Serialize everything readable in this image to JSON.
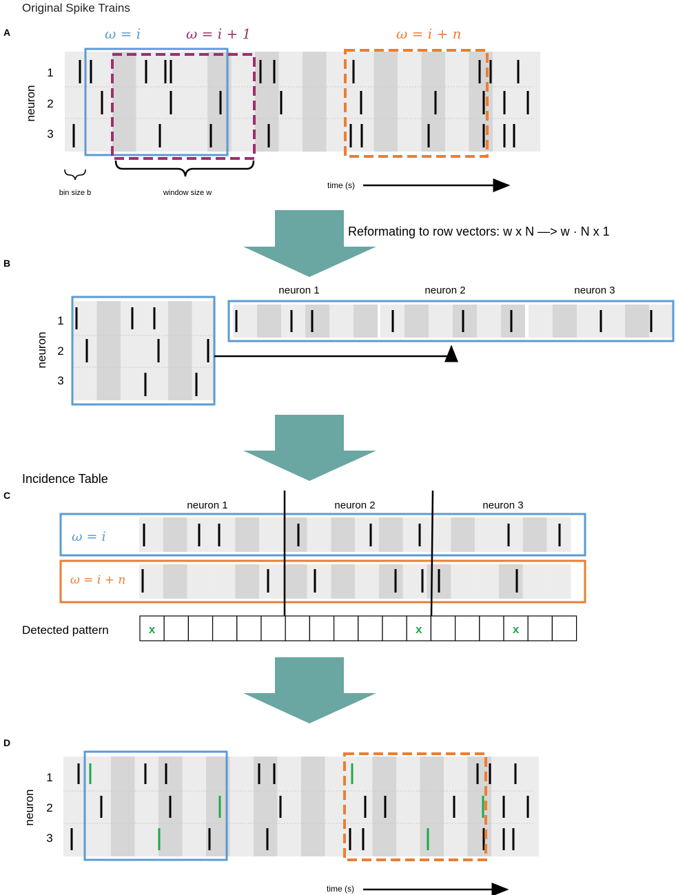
{
  "title": "Original Spike Trains",
  "panels": {
    "a": "A",
    "b": "B",
    "c": "C",
    "d": "D"
  },
  "axis": {
    "neuron": "neuron",
    "rows": [
      "1",
      "2",
      "3"
    ],
    "time": "time (s)"
  },
  "annotations": {
    "bin_size": "bin size b",
    "window_size": "window size w",
    "reformat": "Reformating to row vectors:  w x N  —> w · N x 1",
    "incidence_title": "Incidence Table",
    "detected_label": "Detected pattern"
  },
  "windows": {
    "w_i": "ω = i",
    "w_i1": "ω = i + 1",
    "w_in": "ω = i + n"
  },
  "neuron_labels": [
    "neuron 1",
    "neuron 2",
    "neuron 3"
  ],
  "detected_pattern": {
    "mark": "x",
    "cells": 18,
    "marked_cells": [
      0,
      11,
      15
    ]
  },
  "colors": {
    "blue": "#5b9bd5",
    "purple": "#9e2f6e",
    "orange": "#ed7d31",
    "green": "#1fa84a",
    "arrow": "#6aa6a2",
    "bin_light": "#ececec",
    "bin_dark": "#d6d6d6"
  },
  "icons": [
    "down-arrow-icon",
    "right-arrow-icon",
    "brace-icon"
  ]
}
